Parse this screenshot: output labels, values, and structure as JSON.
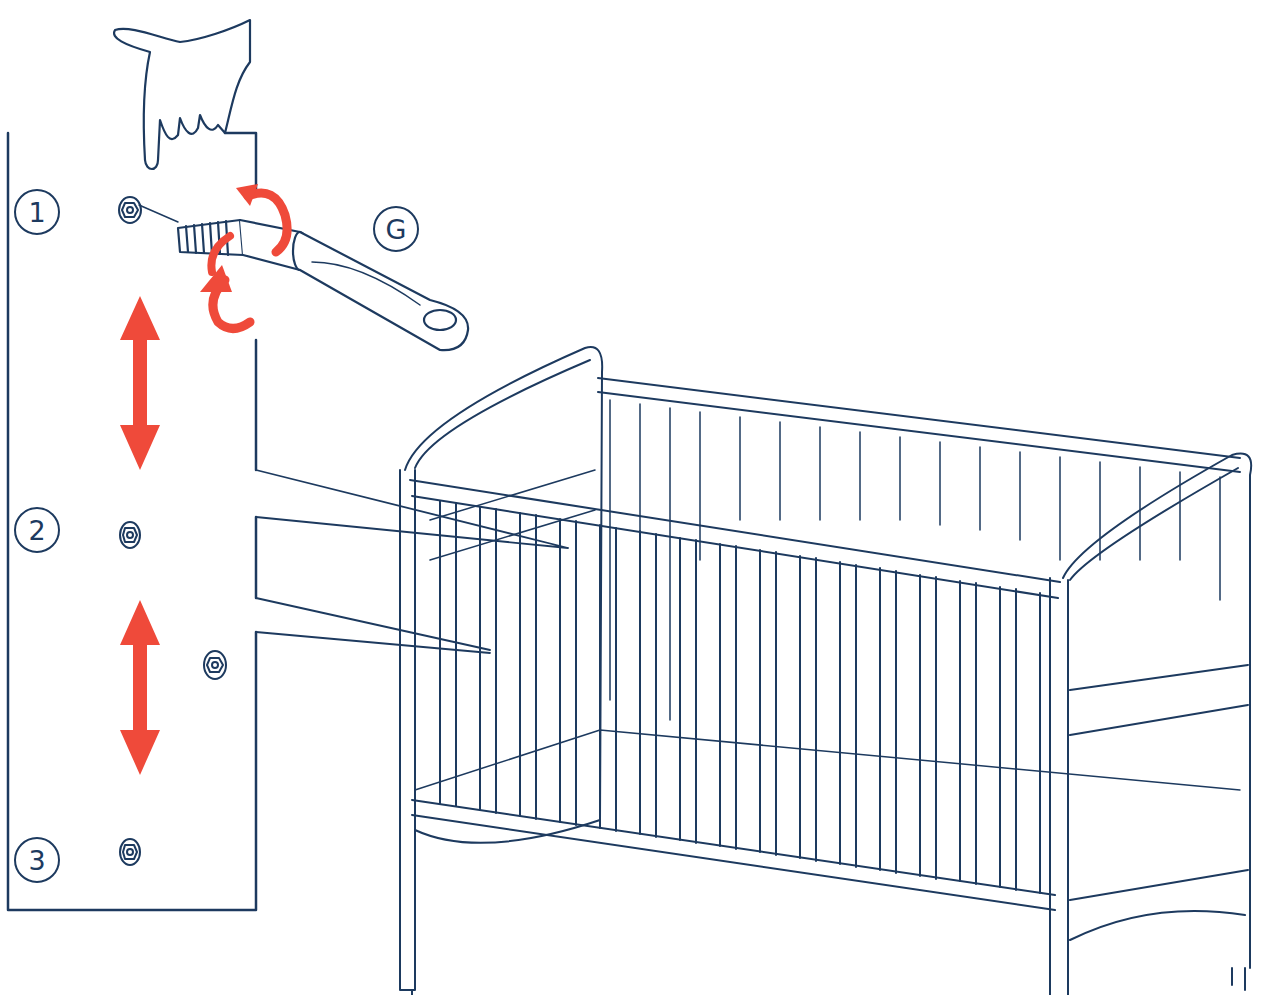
{
  "diagram": {
    "nodes": [
      {
        "text": [
          "1"
        ]
      },
      {
        "text": [
          "2"
        ]
      },
      {
        "text": [
          "3"
        ]
      },
      {
        "text": [
          "G"
        ]
      }
    ]
  }
}
